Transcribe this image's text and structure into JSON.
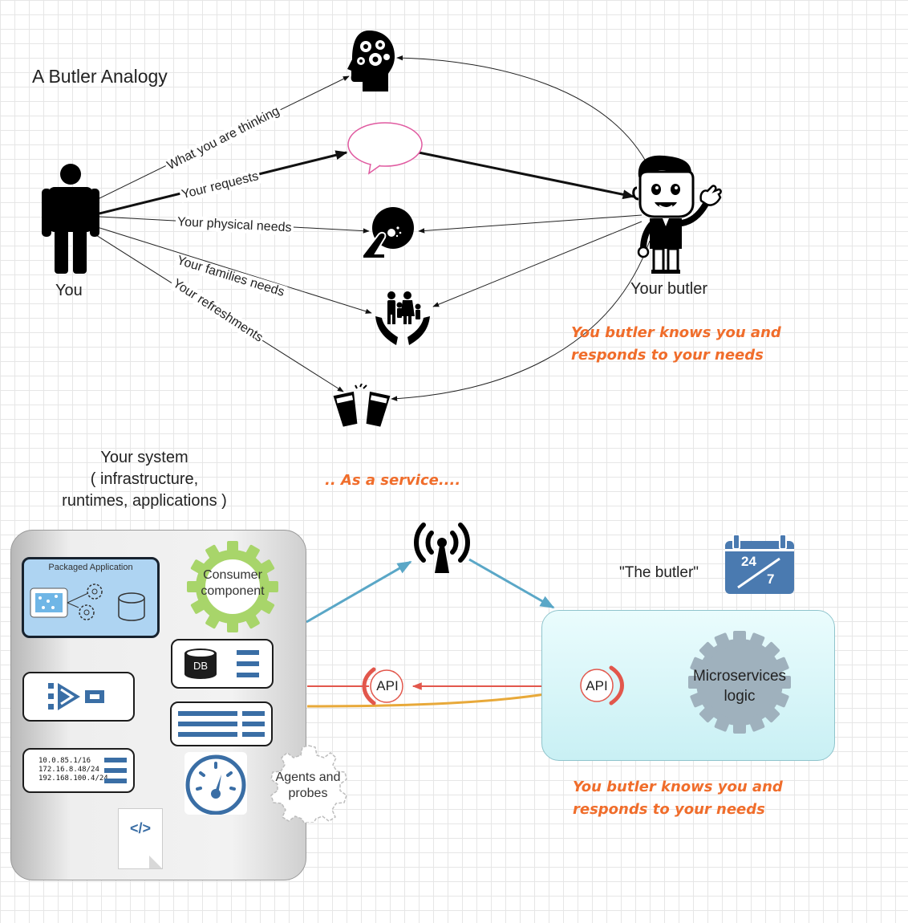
{
  "butler_section": {
    "title": "A Butler Analogy",
    "you_label": "You",
    "butler_label": "Your butler",
    "edges": [
      "What you are thinking",
      "Your requests",
      "Your physical needs",
      "Your families needs",
      "Your refreshments"
    ],
    "tagline_line1": "You butler knows you and",
    "tagline_line2": "responds to your needs"
  },
  "system_section": {
    "heading_line1": "Your system",
    "heading_line2": "( infrastructure,",
    "heading_line3": "runtimes, applications )",
    "service_label": ".. As a service....",
    "packaged_app_label": "Packaged Application",
    "consumer_label_line1": "Consumer",
    "consumer_label_line2": "component",
    "db_label": "DB",
    "ip_addresses": [
      "10.0.85.1/16",
      "172.16.8.48/24",
      "192.168.100.4/24"
    ],
    "agents_line1": "Agents and",
    "agents_line2": "probes",
    "code_symbol": "</>",
    "butler_quote": "\"The butler\"",
    "calendar_top": "24",
    "calendar_bottom": "7",
    "api_label_left": "API",
    "api_label_right": "API",
    "microservices_line1": "Microservices",
    "microservices_line2": "logic",
    "tagline_line1": "You butler knows you and",
    "tagline_line2": "responds to your needs"
  },
  "colors": {
    "orange_text": "#f06d2b",
    "blue_arrow": "#5aa7c7",
    "red_line": "#e2574c",
    "yellow_line": "#e8a93a",
    "gear_green": "#a8d56a",
    "mint_box": "#d2f4f6",
    "packaged_blue": "#aed4f2",
    "calendar_blue": "#4a7ab0"
  }
}
